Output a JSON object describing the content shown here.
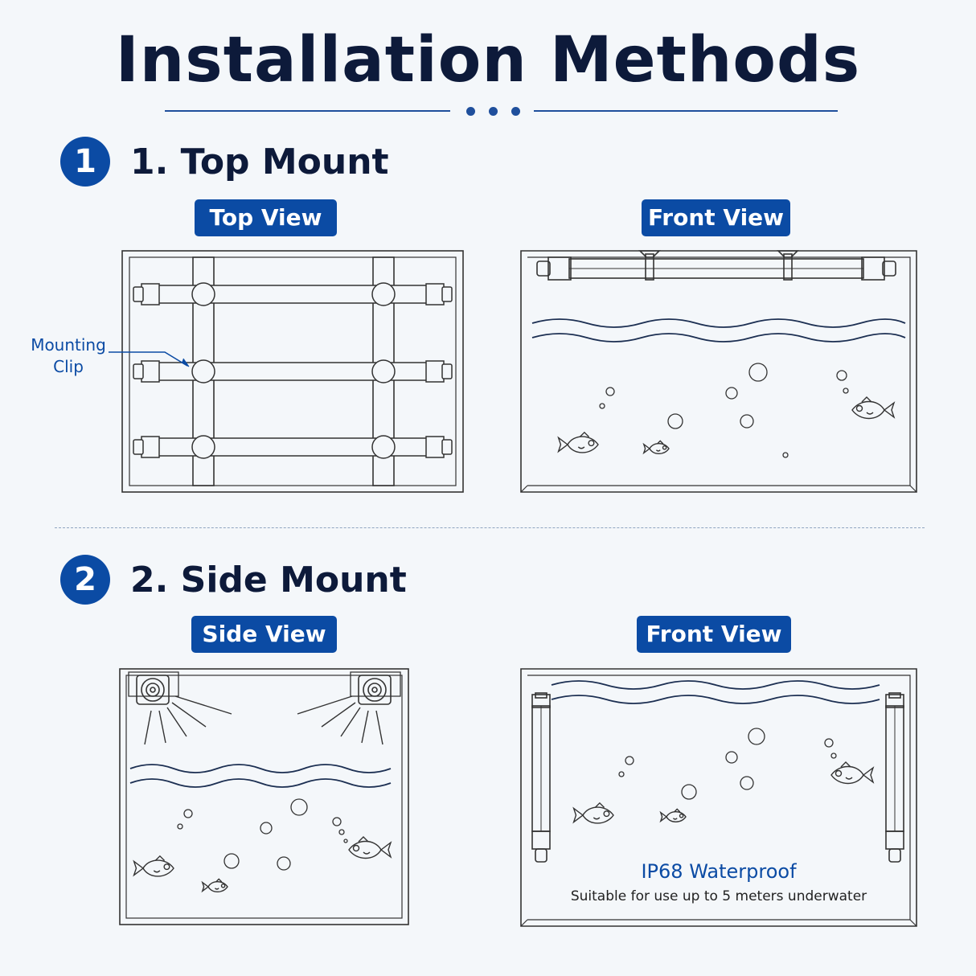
{
  "title": "Installation Methods",
  "colors": {
    "accent": "#0b4ba4",
    "ink": "#0d1a3a",
    "background": "#f4f7fa"
  },
  "sections": [
    {
      "badge": "1",
      "title": "1. Top Mount",
      "views": [
        {
          "label": "Top View",
          "callout": "Mounting Clip"
        },
        {
          "label": "Front View"
        }
      ]
    },
    {
      "badge": "2",
      "title": "2. Side Mount",
      "views": [
        {
          "label": "Side View"
        },
        {
          "label": "Front View",
          "feature_title": "IP68 Waterproof",
          "feature_text": "Suitable for use up to 5 meters underwater"
        }
      ]
    }
  ]
}
